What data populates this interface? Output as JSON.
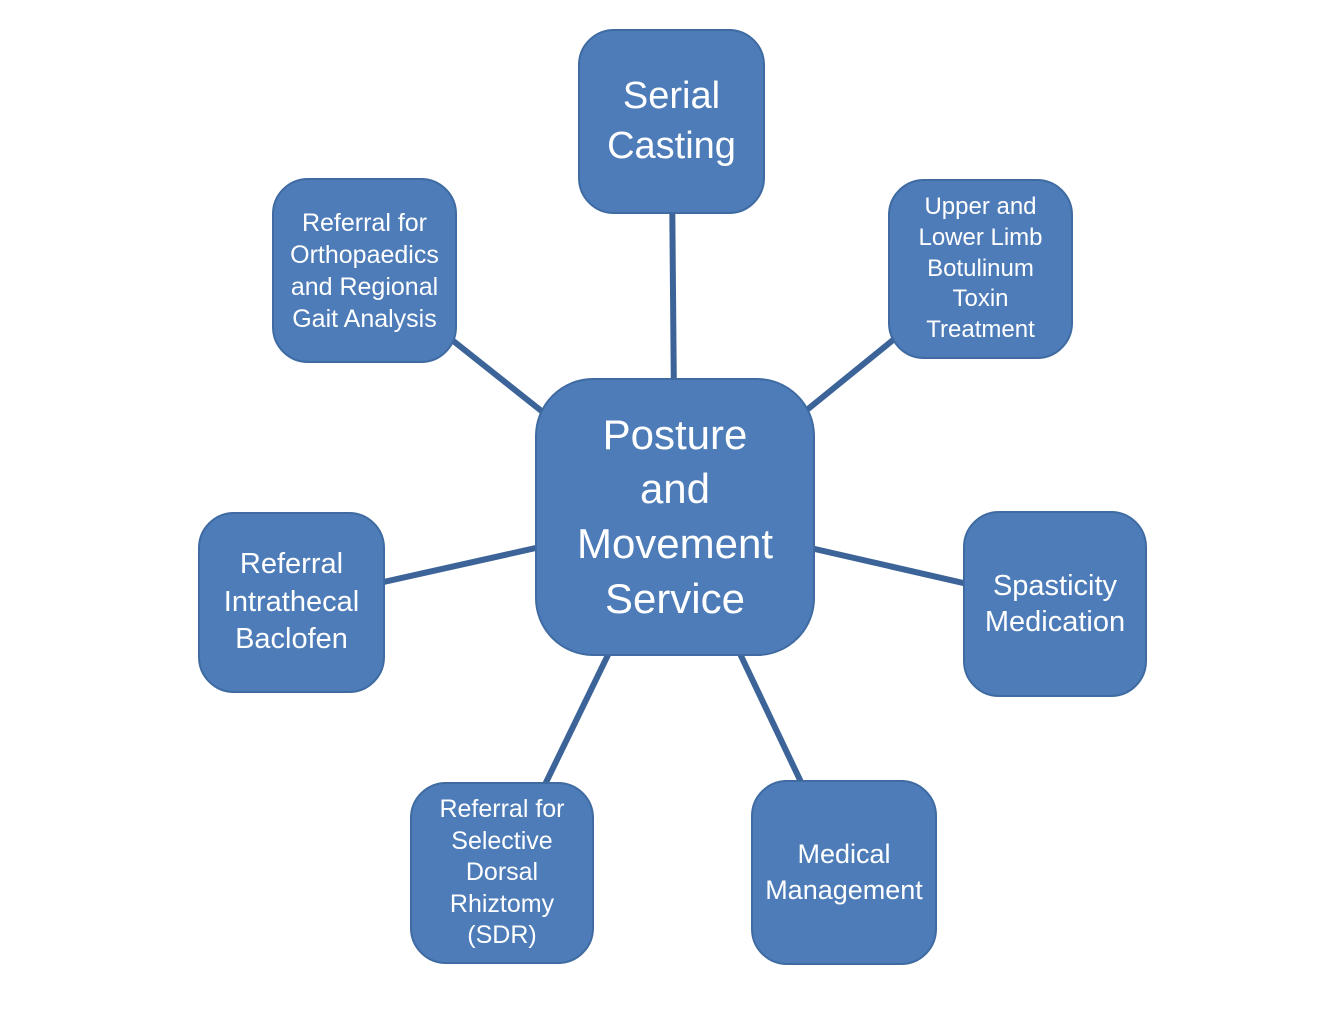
{
  "diagram": {
    "type": "hub-and-spoke",
    "title": "Posture and Movement Service",
    "colors": {
      "background": "#ffffff",
      "node_fill": "#4d7cb8",
      "node_border": "#3f6ba2",
      "connector": "#3c6498",
      "text": "#ffffff"
    },
    "hub": {
      "label": "Posture\nand\nMovement\nService"
    },
    "satellites": {
      "serial_casting": {
        "label": "Serial\nCasting"
      },
      "botulinum_toxin": {
        "label": "Upper and\nLower Limb\nBotulinum\nToxin\nTreatment"
      },
      "orthopaedics_gait": {
        "label": "Referral for\nOrthopaedics\nand Regional\nGait Analysis"
      },
      "intrathecal_baclofen": {
        "label": "Referral\nIntrathecal\nBaclofen"
      },
      "spasticity_medication": {
        "label": "Spasticity\nMedication"
      },
      "sdr": {
        "label": "Referral for\nSelective\nDorsal\nRhiztomy\n(SDR)"
      },
      "medical_management": {
        "label": "Medical\nManagement"
      }
    }
  }
}
